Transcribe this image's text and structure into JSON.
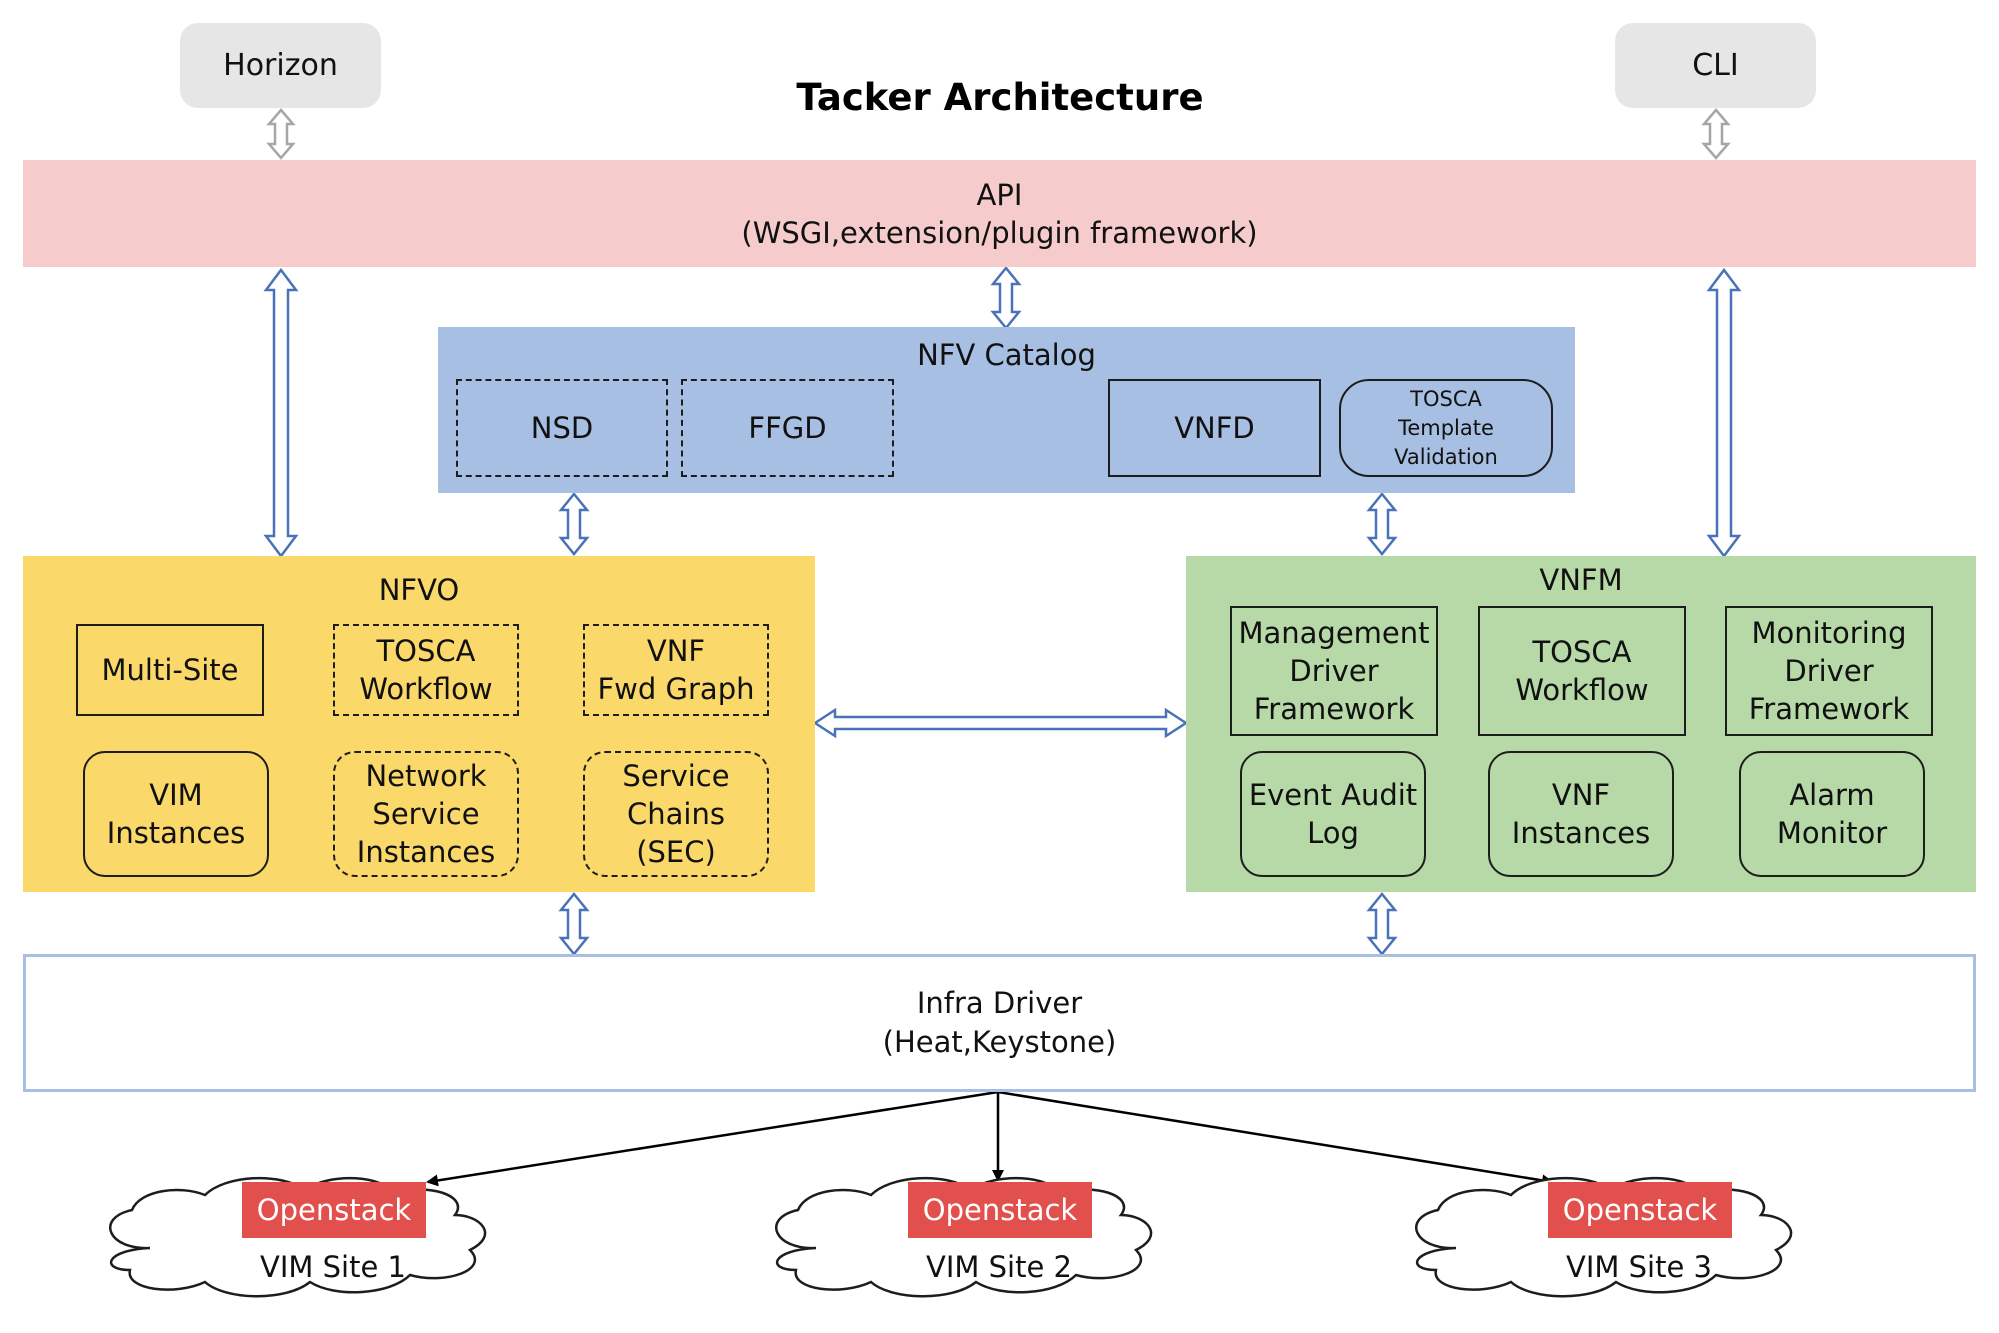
{
  "title": "Tacker Architecture",
  "clients": {
    "horizon": "Horizon",
    "cli": "CLI"
  },
  "api": {
    "title": "API",
    "subtitle": "(WSGI,extension/plugin framework)"
  },
  "nfv_catalog": {
    "title": "NFV Catalog",
    "nsd": "NSD",
    "ffgd": "FFGD",
    "vnfd": "VNFD",
    "tosca_validation": [
      "TOSCA",
      "Template",
      "Validation"
    ]
  },
  "nfvo": {
    "title": "NFVO",
    "multi_site": "Multi-Site",
    "tosca_workflow": [
      "TOSCA",
      "Workflow"
    ],
    "vnf_fwd_graph": [
      "VNF",
      "Fwd Graph"
    ],
    "vim_instances": [
      "VIM",
      "Instances"
    ],
    "network_service_instances": [
      "Network",
      "Service",
      "Instances"
    ],
    "service_chains": [
      "Service",
      "Chains",
      "(SEC)"
    ]
  },
  "vnfm": {
    "title": "VNFM",
    "management_driver": [
      "Management",
      "Driver",
      "Framework"
    ],
    "tosca_workflow": [
      "TOSCA",
      "Workflow"
    ],
    "monitoring_driver": [
      "Monitoring",
      "Driver",
      "Framework"
    ],
    "event_audit_log": [
      "Event Audit",
      "Log"
    ],
    "vnf_instances": [
      "VNF",
      "Instances"
    ],
    "alarm_monitor": [
      "Alarm",
      "Monitor"
    ]
  },
  "infra_driver": {
    "title": "Infra Driver",
    "subtitle": "(Heat,Keystone)"
  },
  "sites": [
    {
      "badge": "Openstack",
      "label": "VIM Site 1"
    },
    {
      "badge": "Openstack",
      "label": "VIM Site 2"
    },
    {
      "badge": "Openstack",
      "label": "VIM Site 3"
    }
  ],
  "colors": {
    "api": "#f5cccb",
    "catalog": "#a7bfe3",
    "nfvo": "#fad96a",
    "vnfm": "#b6d9a7",
    "openstack": "#e2504d",
    "arrow_outline": "#4a72b8"
  }
}
